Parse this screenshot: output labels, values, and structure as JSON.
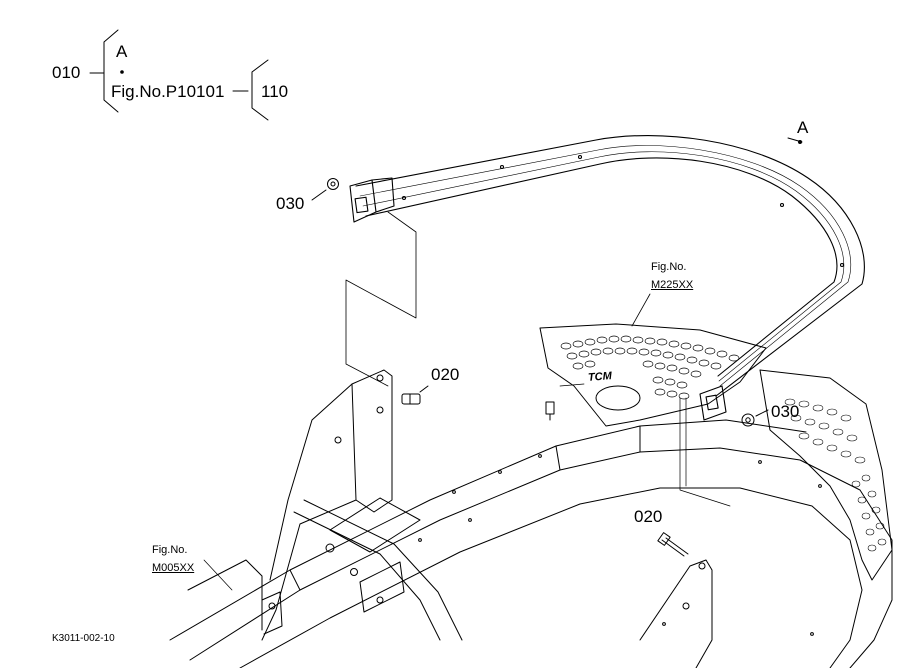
{
  "header": {
    "part_number": "010",
    "option_a": "A",
    "option_ref": "Fig.No.P10101",
    "ref_part": "110"
  },
  "callouts": {
    "frame_a": "A",
    "bushing_upper": "030",
    "bolt_left": "020",
    "bushing_right": "030",
    "bolt_lower": "020"
  },
  "references": {
    "cover_fig_label": "Fig.No.",
    "cover_fig_code": "M225XX",
    "chassis_fig_label": "Fig.No.",
    "chassis_fig_code": "M005XX"
  },
  "cover_mark": "TCM",
  "drawing_id": "K3011-002-10",
  "colors": {
    "line": "#000000",
    "background": "#ffffff"
  }
}
